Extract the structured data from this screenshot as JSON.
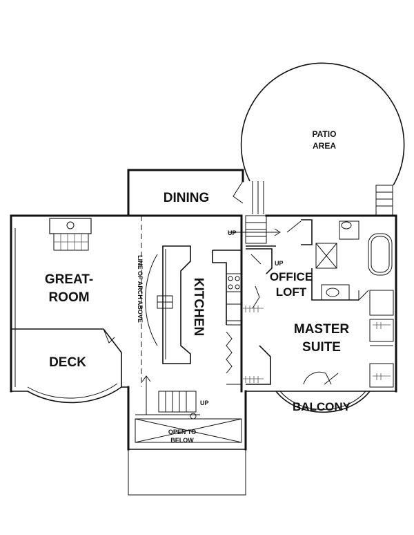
{
  "rooms": {
    "patio": [
      "PATIO",
      "AREA"
    ],
    "dining": "DINING",
    "great_room": [
      "GREAT-",
      "ROOM"
    ],
    "kitchen": "KITCHEN",
    "line_of_arch": "LINE OF ARCH ABOVE",
    "office_loft": [
      "OFFICE",
      "LOFT"
    ],
    "master_suite": [
      "MASTER",
      "SUITE"
    ],
    "deck": "DECK",
    "balcony": "BALCONY",
    "open_to_below": [
      "OPEN TO",
      "BELOW"
    ]
  },
  "stairs": {
    "up_main": "UP",
    "up_office": "UP",
    "up_lower": "UP"
  }
}
